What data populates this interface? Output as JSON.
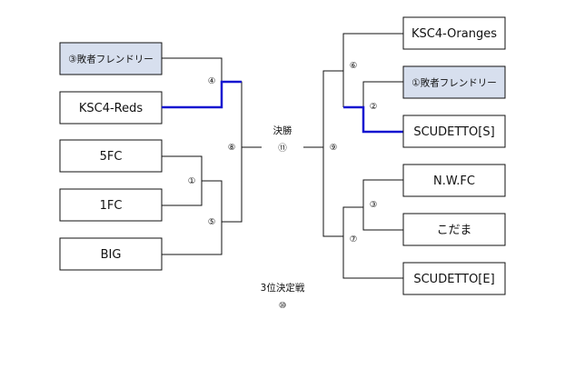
{
  "colors": {
    "line": "#111111",
    "winner_line": "#1515d0",
    "box_highlight": "#d7dfee",
    "box_plain": "#ffffff"
  },
  "left_teams": [
    {
      "name": "③敗者フレンドリー",
      "highlight": true
    },
    {
      "name": "KSC4-Reds",
      "highlight": false
    },
    {
      "name": "5FC",
      "highlight": false
    },
    {
      "name": "1FC",
      "highlight": false
    },
    {
      "name": "BIG",
      "highlight": false
    }
  ],
  "right_teams": [
    {
      "name": "KSC4-Oranges",
      "highlight": false
    },
    {
      "name": "①敗者フレンドリー",
      "highlight": true
    },
    {
      "name": "SCUDETTO[S]",
      "highlight": false
    },
    {
      "name": "N.W.FC",
      "highlight": false
    },
    {
      "name": "こだま",
      "highlight": false
    },
    {
      "name": "SCUDETTO[E]",
      "highlight": false
    }
  ],
  "match_labels": {
    "m1": "①",
    "m2": "②",
    "m3": "③",
    "m4": "④",
    "m5": "⑤",
    "m6": "⑥",
    "m7": "⑦",
    "m8": "⑧",
    "m9": "⑨",
    "m11": "⑪"
  },
  "final_title": "決勝",
  "third_place": {
    "title": "3位決定戦",
    "label": "⑩"
  }
}
